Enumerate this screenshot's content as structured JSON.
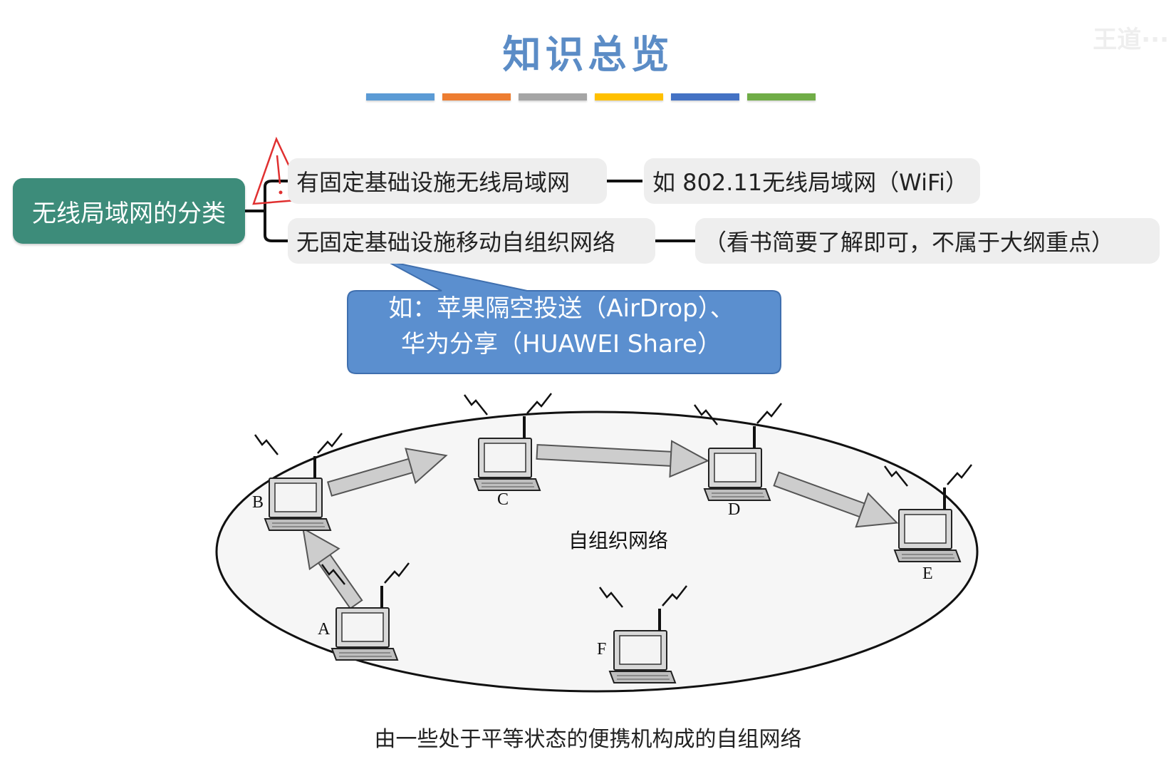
{
  "title": "知识总览",
  "watermark": "王道···",
  "color_bars": [
    "#5b9bd5",
    "#ed7d31",
    "#a5a5a5",
    "#ffc000",
    "#4472c4",
    "#70ad47"
  ],
  "mindmap": {
    "root": "无线局域网的分类",
    "branches": [
      {
        "label": "有固定基础设施无线局域网",
        "detail": "如 802.11无线局域网（WiFi）"
      },
      {
        "label": "无固定基础设施移动自组织网络",
        "detail": "（看书简要了解即可，不属于大纲重点）"
      }
    ],
    "callout": {
      "line1": "如：苹果隔空投送（AirDrop）、",
      "line2": "华为分享（HUAWEI Share）"
    }
  },
  "diagram": {
    "center_label": "自组织网络",
    "nodes": [
      "A",
      "B",
      "C",
      "D",
      "E",
      "F"
    ],
    "links": [
      [
        "A",
        "B"
      ],
      [
        "B",
        "C"
      ],
      [
        "C",
        "D"
      ],
      [
        "D",
        "E"
      ]
    ],
    "caption": "由一些处于平等状态的便携机构成的自组网络"
  }
}
